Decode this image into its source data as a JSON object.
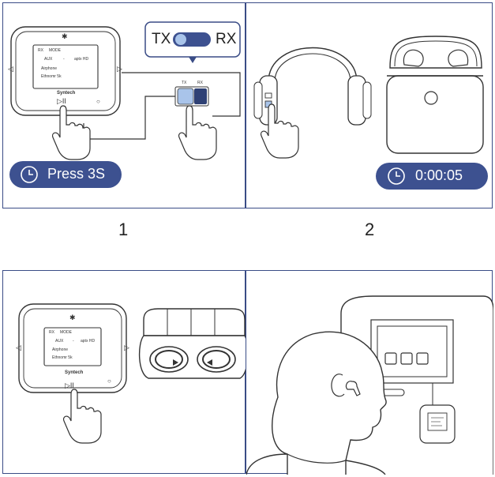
{
  "steps": [
    {
      "number": "1",
      "switch": {
        "left": "TX",
        "right": "RX",
        "small_left": "TX",
        "small_right": "RX"
      },
      "device": {
        "brand": "Syntech",
        "line1_a": "RX",
        "line1_b": "MODE",
        "line2_a": "AUX",
        "line2_b": "-",
        "line2_c": "aptx HD",
        "line3": "Airphone",
        "line4": "Ethnomr 5k"
      },
      "pill_label": "Press 3S"
    },
    {
      "number": "2",
      "pill_label": "0:00:05"
    },
    {
      "number": "",
      "device": {
        "brand": "Syntech",
        "line1_a": "RX",
        "line1_b": "MODE",
        "line2_a": "AUX",
        "line2_b": "-",
        "line2_c": "aptx HD",
        "line3": "Airphone",
        "line4": "Ethnomr 5k"
      }
    },
    {
      "number": ""
    }
  ],
  "colors": {
    "border": "#3a4c86",
    "pill": "#3d5190",
    "switch_light": "#a9c4ea",
    "switch_dark": "#2f4175",
    "line": "#333333"
  },
  "icons": [
    "bluetooth-icon",
    "play-pause-icon",
    "clock-icon",
    "hand-icon",
    "headphones-icon",
    "earbuds-case-icon",
    "car-seat-icon"
  ]
}
